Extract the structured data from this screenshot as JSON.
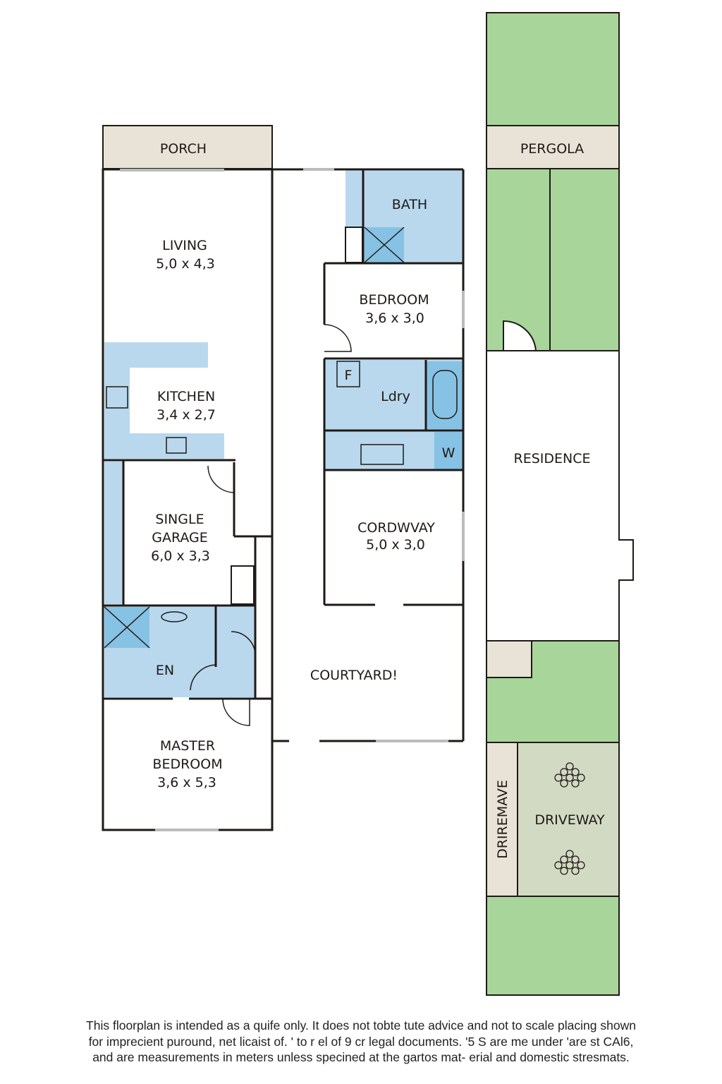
{
  "rooms": {
    "porch": "PORCH",
    "living": {
      "name": "LIVING",
      "size": "5,0 x 4,3"
    },
    "bath": "BATH",
    "bedroom": {
      "name": "BEDROOM",
      "size": "3,6 x 3,0"
    },
    "kitchen": {
      "name": "KITCHEN",
      "size": "3,4 x 2,7"
    },
    "fridge": "F",
    "laundry": "Ldry",
    "washer": "W",
    "garage": {
      "name1": "SINGLE",
      "name2": "GARAGE",
      "size": "6,0 x 3,3"
    },
    "cordway": {
      "name": "CORDWVAY",
      "size": "5,0 x 3,0"
    },
    "ensuite": "EN",
    "courtyard": "COURTYARD!",
    "master": {
      "name1": "MASTER",
      "name2": "BEDROOM",
      "size": "3,6 x 5,3"
    }
  },
  "site": {
    "pergola": "PERGOLA",
    "residence": "RESIDENCE",
    "driveway": "DRIVEWAY",
    "driveway_side": "DRIREMAVE"
  },
  "disclaimer": [
    "This floorplan is intended as a quife only.  It does not tobte tute advice and not to scale placing shown",
    "for imprecient puround, net licaist of. ' to r el of   9 cr legal documents. '5 S are me under  'are st CAl6,",
    "and are measurements in meters unless specined at the gartos mat- erial and domestic stresmats."
  ],
  "colors": {
    "wet_area": "#b9d8ed",
    "garden": "#a8d59a",
    "outdoor": "#e9e2d6",
    "walls": "#1e1a16"
  }
}
